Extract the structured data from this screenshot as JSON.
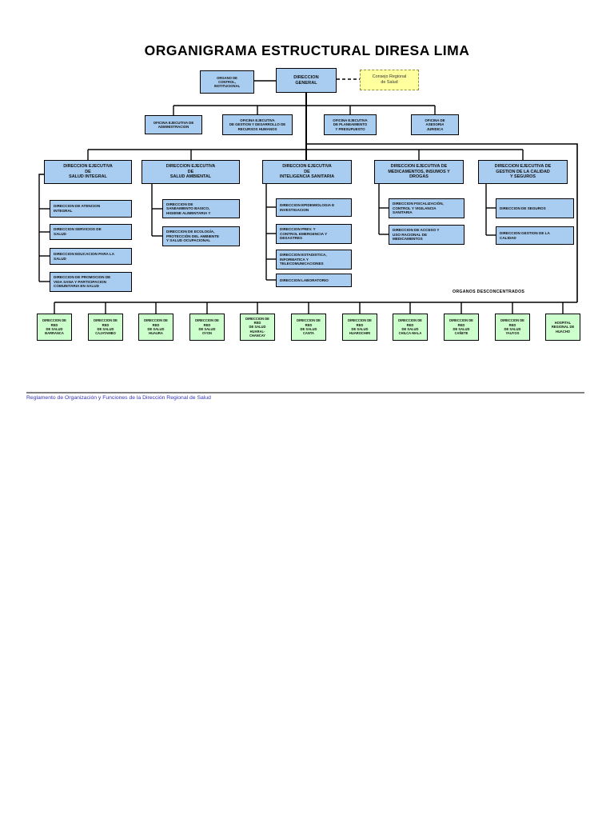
{
  "title": "ORGANIGRAMA ESTRUCTURAL DIRESA LIMA",
  "colors": {
    "node_blue": "#a9cdf0",
    "node_green": "#ccffcc",
    "node_yellow": "#ffff9e",
    "line_black": "#000000",
    "footer_link_blue": "#3333bb"
  },
  "top": {
    "organo_control": "ORGANO DE\nCONTROL,\nINSTITUCIONAL",
    "direccion_general": "DIRECCION\nGENERAL",
    "consejo_regional": "Consejo Regional\nde Salud"
  },
  "oficinas": [
    "OFICINA EJECUTIVA DE\nADMINISTRACION",
    "OFICINA EJECUTIVA\nDE GESTION Y DESARROLLO DE\nRECURSOS HUMANOS",
    "OFICINA EJECUTIVA\nDE PLANEAMIENTO\nY PRESUPUESTO",
    "OFICINA DE\nASESORIA\nJURIDICA"
  ],
  "direcciones": [
    {
      "label": "DIRECCION EJECUTIVA\nDE\nSALUD INTEGRAL",
      "children": [
        "DIRECCION DE ATENCION\nINTEGRAL",
        "DIRECCION SERVICIOS DE\nSALUD",
        "DIRECCION EDUCACION PARA LA\nSALUD",
        "DIRECCION DE PROMOCION DE\nVIDA SANA Y PARTICIPACION\nCOMUNITARIA EN SALUD"
      ]
    },
    {
      "label": "DIRECCION EJECUTIVA\nDE\nSALUD AMBIENTAL",
      "children": [
        "DIRECCION DE\nSANEAMIENTO BASICO,\nHIGIENE ALIMENTARIA Y",
        "DIRECCION DE ECOLOGÍA,\nPROTECCIÓN DEL AMBIENTE\nY SALUD OCUPACIONAL"
      ]
    },
    {
      "label": "DIRECCION EJECUTIVA\nDE\nINTELIGENCIA SANITARIA",
      "children": [
        "DIRECCION EPIDEMIOLOGIA E\nINVESTIGACION",
        "DIRECCION PREV. Y\nCONTROL EMERGENCIA Y\nDESASTRES",
        "DIRECCION ESTADISTICA,\nINFORMATICA Y\nTELECOMUNICACIONES",
        "DIRECCION LABORATORIO"
      ]
    },
    {
      "label": "DIRECCION EJECUTIVA DE\nMEDICAMENTOS, INSUMOS Y\nDROGAS",
      "children": [
        "DIRECCION FISCALIZACIÓN,\nCONTROL Y VIGILANCIA\nSANITARIA",
        "DIRECCION DE ACCESO Y\nUSO RACIONAL DE\nMEDICAMENTOS"
      ]
    },
    {
      "label": "DIRECCION EJECUTIVA DE\nGESTION DE LA CALIDAD\nY SEGUROS",
      "children": [
        "DIRECCION DE SEGUROS",
        "DIRECCION GESTION DE LA\nCALIDAD"
      ]
    }
  ],
  "organos_desconcentrados": {
    "label": "ORGANOS DESCONCENTRADOS",
    "items": [
      "DIRECCION DE\nRED\nDE SALUD\nBARRANCA",
      "DIRECCION DE\nRED\nDE SALUD\nCAJATAMBO",
      "DIRECCION DE\nRED\nDE SALUD\nHUAURA",
      "DIRECCION DE\nRED\nDE SALUD\nOYON",
      "DIRECCION DE\nRED\nDE SALUD\nHUARAL-\nCHANCAY",
      "DIRECCION DE\nRED\nDE SALUD\nCANTA",
      "DIRECCION DE\nRED\nDE SALUD\nHUAROCHIRI",
      "DIRECCION DE\nRED\nDE SALUD\nCHILCA-MALA",
      "DIRECCION DE\nRED\nDE SALUD\nCAÑETE",
      "DIRECCION DE\nRED\nDE SALUD\nYAUYOS",
      "HOSPITAL\nREGIONAL DE\nHUACHO"
    ]
  },
  "footer": "Reglamento de Organización y Funciones de la Dirección Regional de Salud"
}
